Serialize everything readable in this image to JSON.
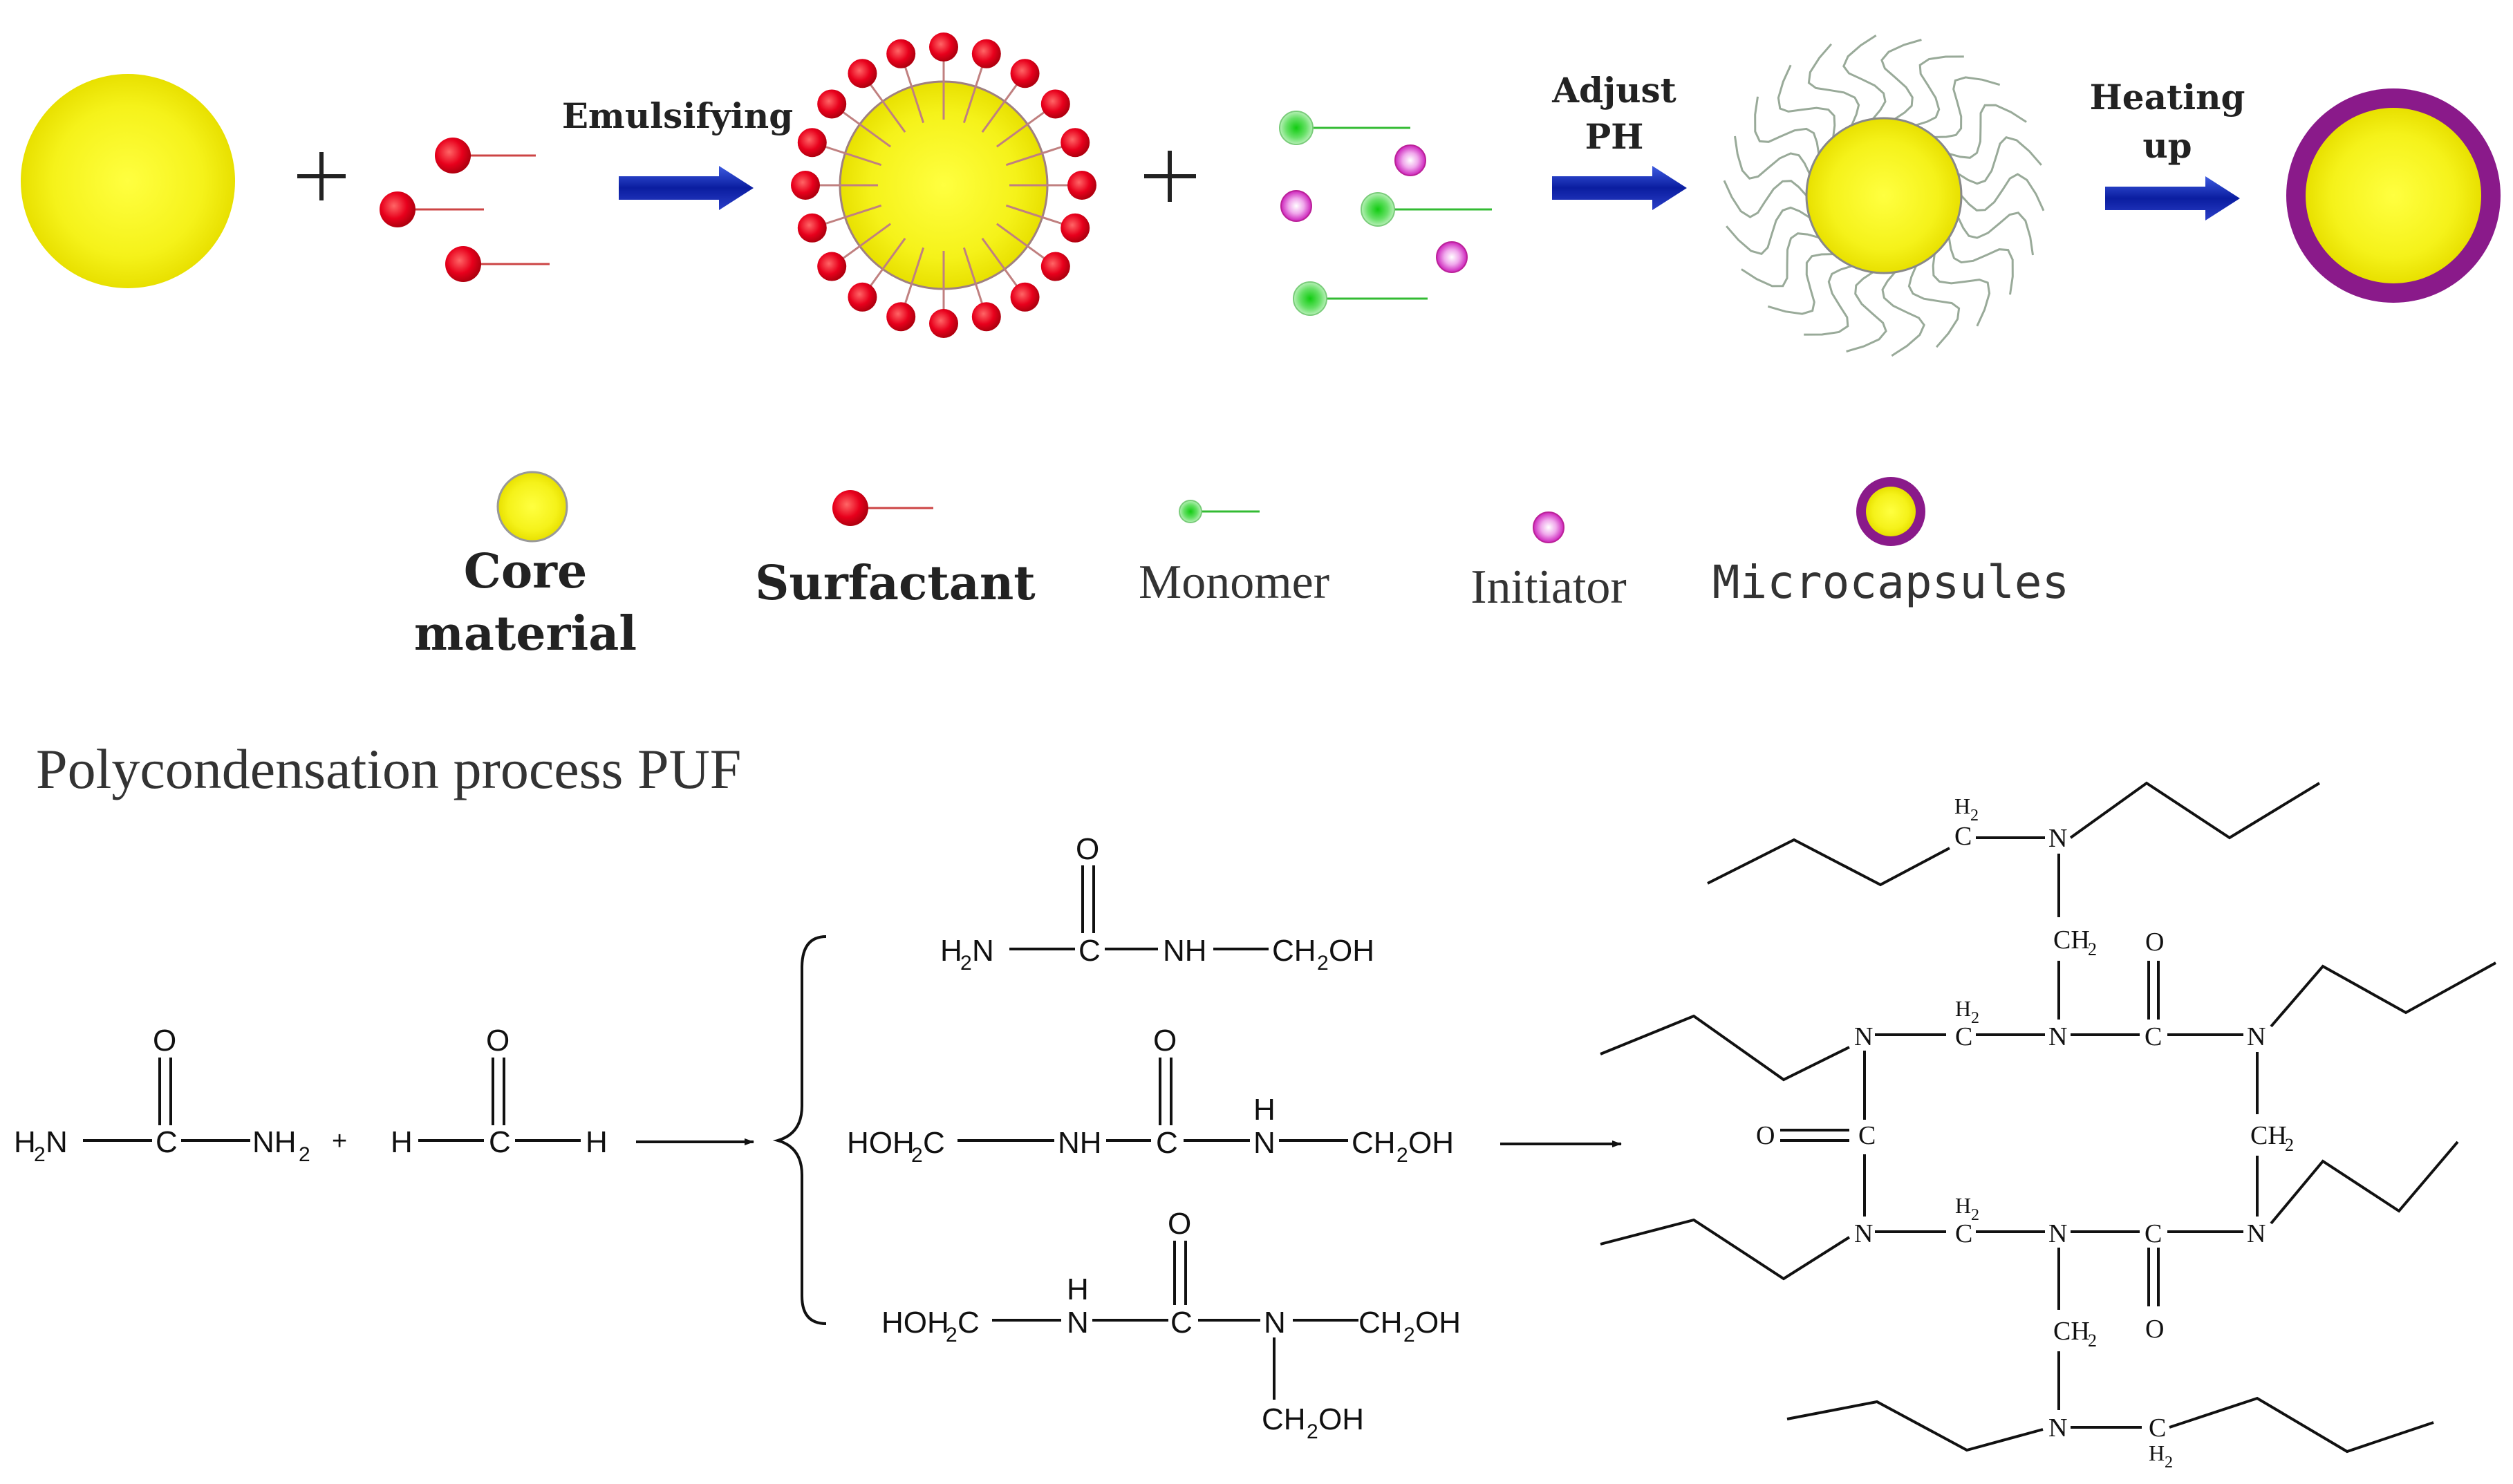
{
  "process": {
    "step1": "Emulsifying",
    "step2_line1": "Adjust",
    "step2_line2": "PH",
    "step3_line1": "Heating",
    "step3_line2": "up"
  },
  "legend": {
    "core_line1": "Core",
    "core_line2": "material",
    "surfactant": "Surfactant",
    "monomer": "Monomer",
    "initiator": "Initiator",
    "microcapsules": "Microcapsules"
  },
  "reaction": {
    "title": "Polycondensation process PUF"
  },
  "colors": {
    "core_yellow": "#f5f21a",
    "surfactant_red": "#e8001c",
    "monomer_green": "#33cc33",
    "initiator_pink": "#dd33cc",
    "shell_purple": "#8a1a8a",
    "arrow_blue": "#1f2fb0"
  }
}
